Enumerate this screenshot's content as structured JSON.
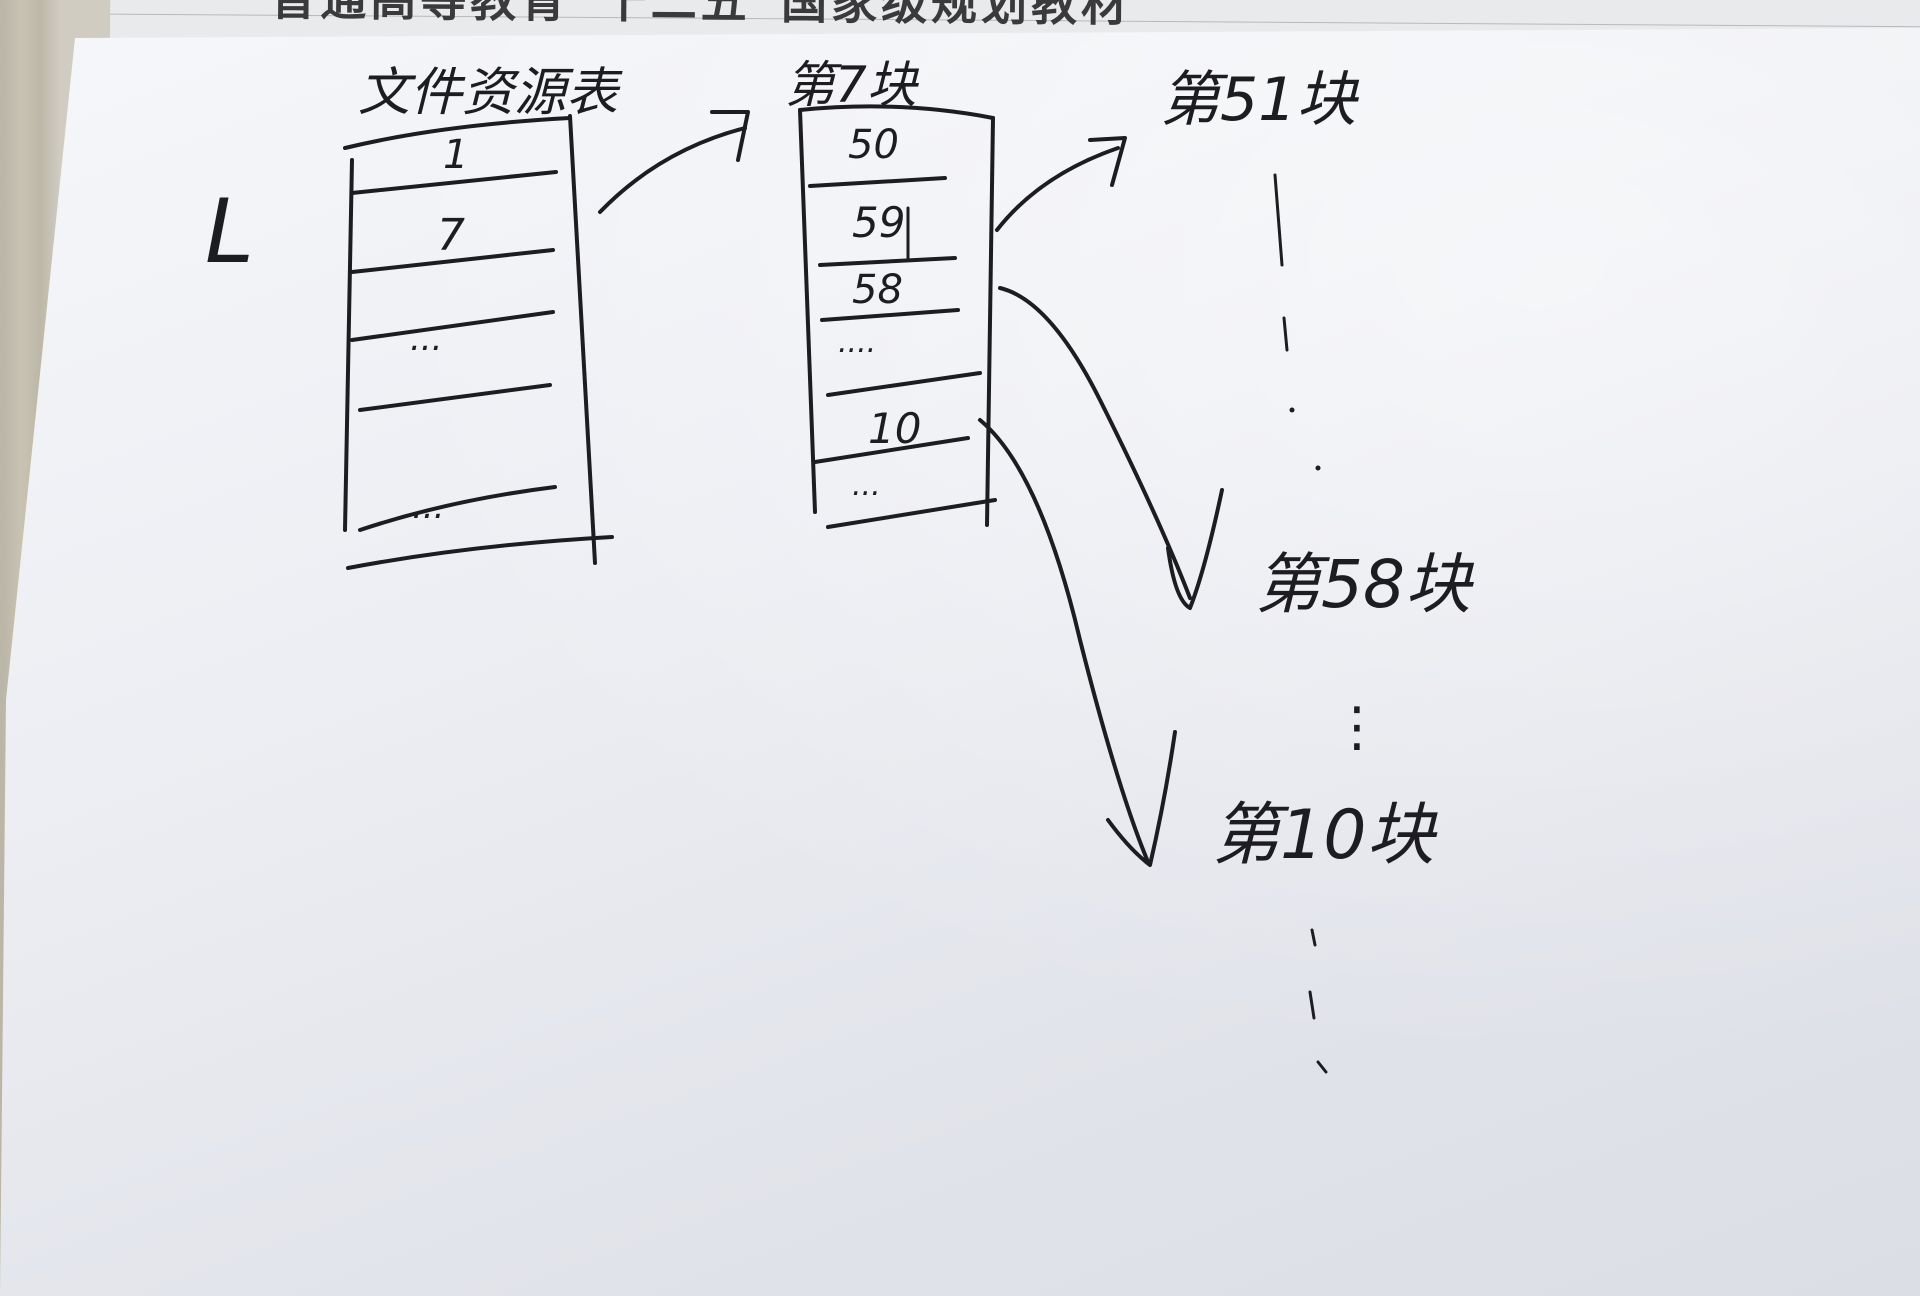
{
  "background_header": "普通高等教育“十二五”国家级规划教材",
  "labels": {
    "l_mark": "L",
    "file_table_title": "文件资源表",
    "block7_title": "第7块",
    "block51_title": "第51块",
    "block58_title": "第58块",
    "block10_title": "第10块"
  },
  "file_table_entries": [
    "1",
    "7",
    "...",
    "",
    "..."
  ],
  "block7_entries": [
    "50",
    "59",
    "58",
    "....",
    "10",
    "..."
  ],
  "continuation_marks": {
    "after_51": "⋮",
    "after_58": "⋮",
    "after_10": "⋮"
  },
  "colors": {
    "ink": "#1d1d21",
    "paper": "#eceef3"
  }
}
